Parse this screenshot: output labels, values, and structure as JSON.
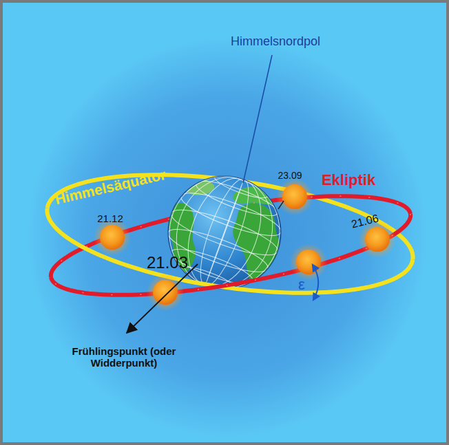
{
  "diagram": {
    "labels": [
      "Himmelsnordpol",
      "Himmelsäquator",
      "23.09",
      "Ekliptik",
      "21.12",
      "21.06",
      "21.03",
      "ε",
      "Frühlingspunkt (oder Widderpunkt)"
    ]
  }
}
